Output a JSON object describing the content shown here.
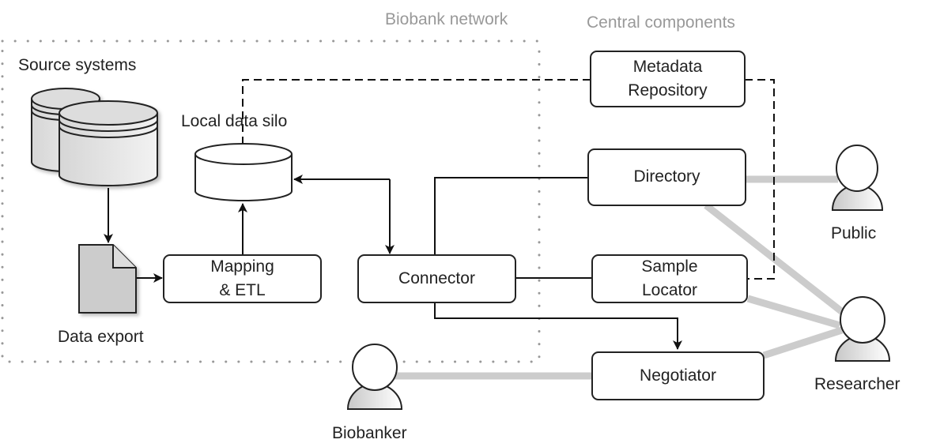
{
  "groups": {
    "biobank_network": "Biobank network",
    "central_components": "Central components"
  },
  "labels": {
    "source_systems": "Source systems",
    "local_data_silo": "Local data silo",
    "data_export": "Data export"
  },
  "nodes": {
    "mapping_line1": "Mapping",
    "mapping_line2": "& ETL",
    "connector": "Connector",
    "metadata_line1": "Metadata",
    "metadata_line2": "Repository",
    "directory": "Directory",
    "sample_locator_line1": "Sample",
    "sample_locator_line2": "Locator",
    "negotiator": "Negotiator"
  },
  "actors": {
    "public": "Public",
    "researcher": "Researcher",
    "biobanker": "Biobanker"
  }
}
